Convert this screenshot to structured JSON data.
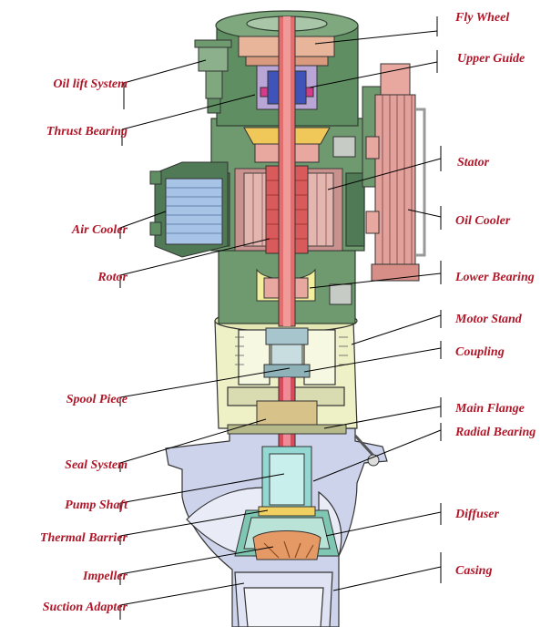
{
  "labels_left": [
    {
      "id": "oil-lift-system",
      "text": "Oil lift System"
    },
    {
      "id": "thrust-bearing",
      "text": "Thrust Bearing"
    },
    {
      "id": "air-cooler",
      "text": "Air Cooler"
    },
    {
      "id": "rotor",
      "text": "Rotor"
    },
    {
      "id": "spool-piece",
      "text": "Spool Piece"
    },
    {
      "id": "seal-system",
      "text": "Seal System"
    },
    {
      "id": "pump-shaft",
      "text": "Pump Shaft"
    },
    {
      "id": "thermal-barrier",
      "text": "Thermal Barrier"
    },
    {
      "id": "impeller",
      "text": "Impeller"
    },
    {
      "id": "suction-adapter",
      "text": "Suction Adapter"
    }
  ],
  "labels_right": [
    {
      "id": "fly-wheel",
      "text": "Fly Wheel"
    },
    {
      "id": "upper-guide",
      "text": "Upper Guide"
    },
    {
      "id": "stator",
      "text": "Stator"
    },
    {
      "id": "oil-cooler",
      "text": "Oil Cooler"
    },
    {
      "id": "lower-bearing",
      "text": "Lower Bearing"
    },
    {
      "id": "motor-stand",
      "text": "Motor Stand"
    },
    {
      "id": "coupling",
      "text": "Coupling"
    },
    {
      "id": "main-flange",
      "text": "Main Flange"
    },
    {
      "id": "radial-bearing",
      "text": "Radial Bearing"
    },
    {
      "id": "diffuser",
      "text": "Diffuser"
    },
    {
      "id": "casing",
      "text": "Casing"
    }
  ],
  "colors": {
    "label": "#b0182a",
    "motor_green": "#6f9a6f",
    "motor_green_dark": "#4f7a55",
    "stand_cream": "#eef0c6",
    "casing_lavender": "#cdd3ea",
    "shaft_red": "#d95a5a",
    "bearing_pink": "#e8a8a0",
    "cooler_blue": "#a7c3e6",
    "seal_cyan": "#93d8d2",
    "impeller_orange": "#e59a66"
  }
}
